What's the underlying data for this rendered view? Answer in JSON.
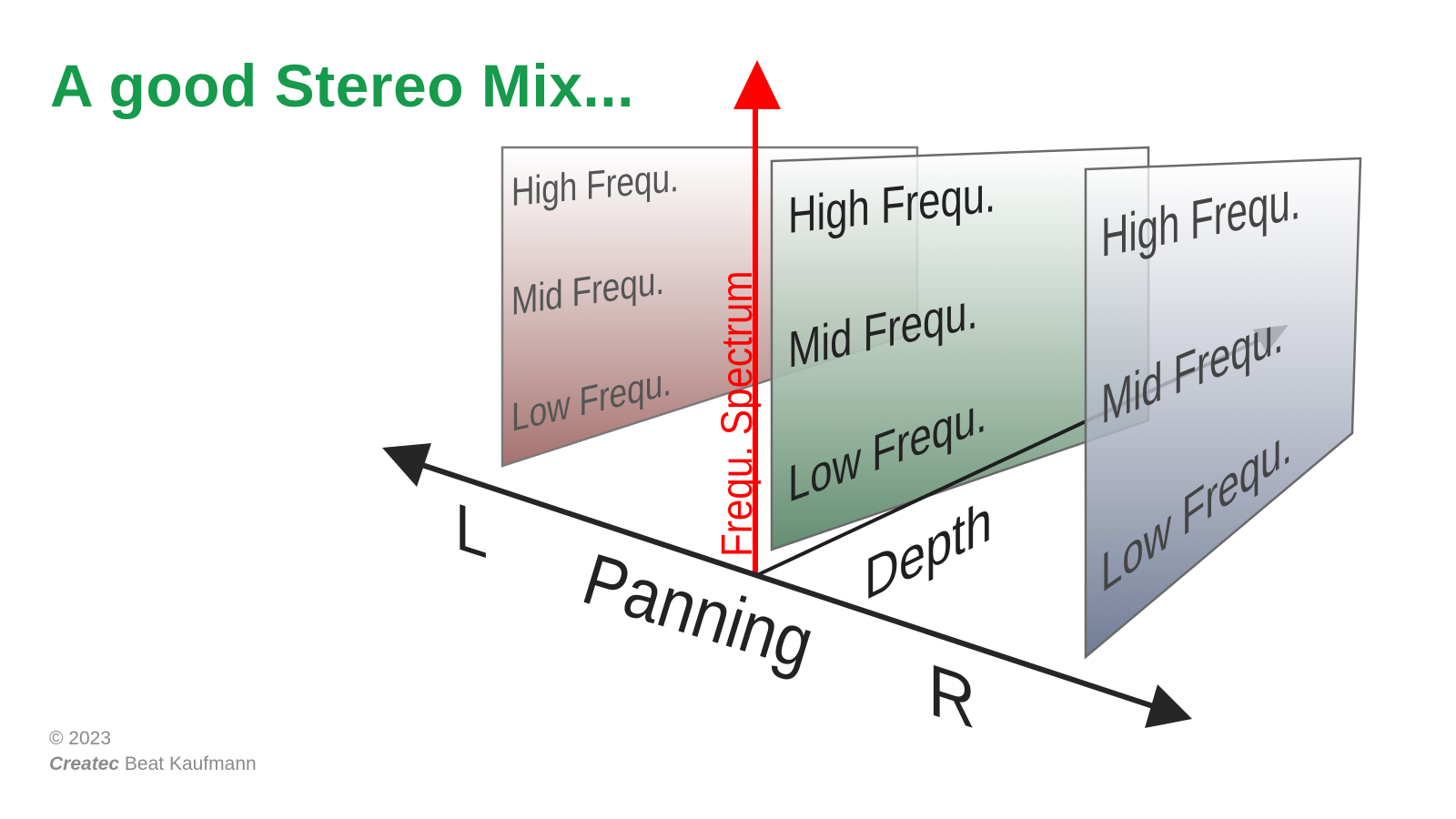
{
  "title": "A good Stereo Mix...",
  "planes": {
    "left": {
      "high": "High Frequ.",
      "mid": "Mid Frequ.",
      "low": "Low Frequ."
    },
    "center": {
      "high": "High Frequ.",
      "mid": "Mid Frequ.",
      "low": "Low Frequ."
    },
    "right": {
      "high": "High Frequ.",
      "mid": "Mid Frequ.",
      "low": "Low Frequ."
    }
  },
  "axes": {
    "frequency": "Frequ. Spectrum",
    "panning": "Panning",
    "left": "L",
    "right": "R",
    "depth": "Depth"
  },
  "colors": {
    "title": "#169a4c",
    "frequency_axis": "#ff0000",
    "left_plane": "#a06a66",
    "center_plane": "#5f8a6c",
    "right_plane": "#6a7590"
  },
  "credit": {
    "year": "© 2023",
    "company": "Createc",
    "author": "Beat Kaufmann"
  }
}
